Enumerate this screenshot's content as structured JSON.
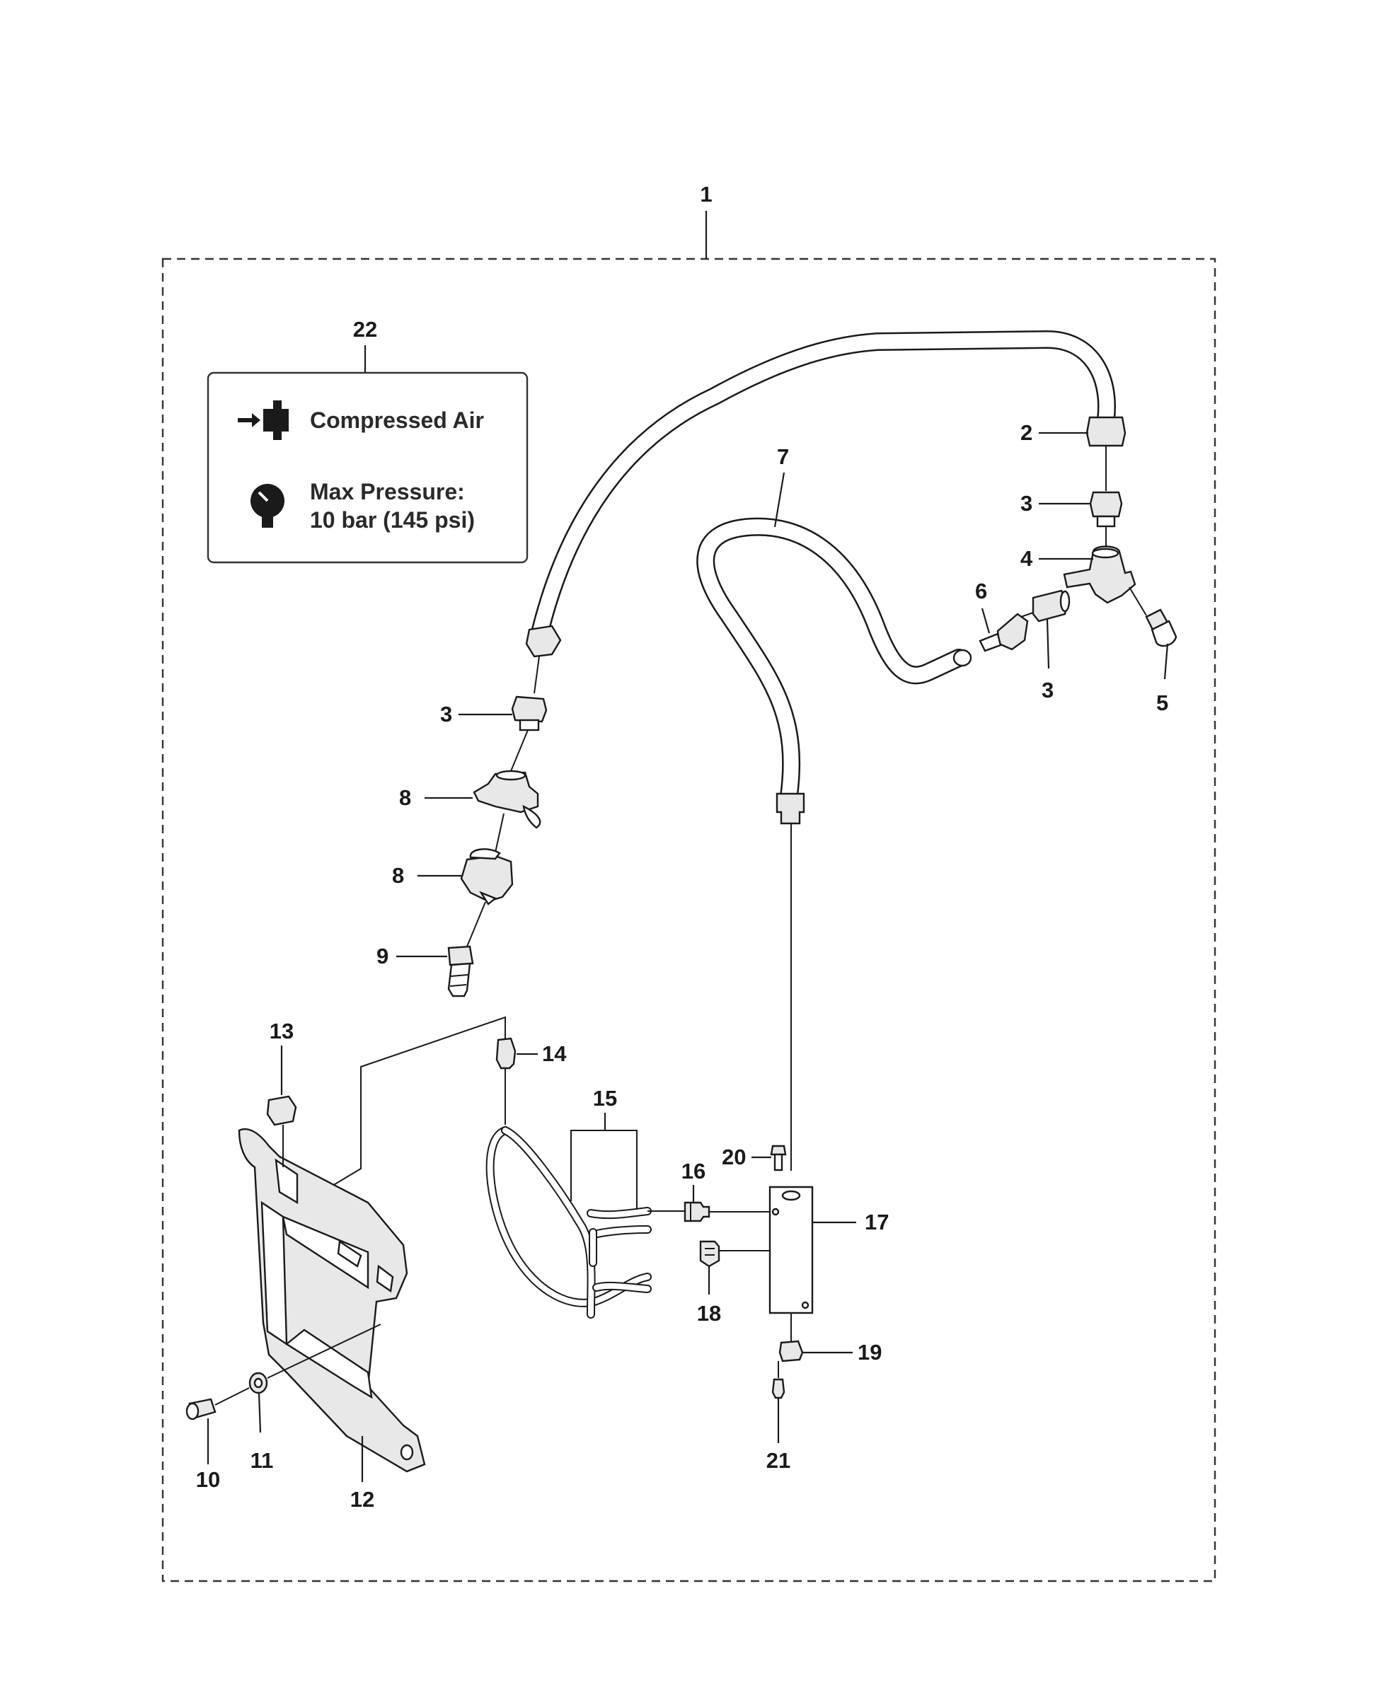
{
  "assembly_callout": "1",
  "label_sticker": {
    "callout": "22",
    "line1": "Compressed Air",
    "line2": "Max Pressure:",
    "line3": "10 bar (145 psi)",
    "icons": [
      "compressed-air-connector-icon",
      "pressure-gauge-icon"
    ]
  },
  "callouts": {
    "c2": "2",
    "c3_top": "3",
    "c4": "4",
    "c5": "5",
    "c6": "6",
    "c3_mid": "3",
    "c7": "7",
    "c3_left": "3",
    "c8_upper": "8",
    "c8_lower": "8",
    "c9": "9",
    "c10": "10",
    "c11": "11",
    "c12": "12",
    "c13": "13",
    "c14": "14",
    "c15": "15",
    "c16": "16",
    "c17": "17",
    "c18": "18",
    "c19": "19",
    "c20": "20",
    "c21": "21"
  },
  "colors": {
    "line": "#1a1a1a",
    "sticker_fill": "#ffffff",
    "part_fill": "#e8e8e8"
  }
}
